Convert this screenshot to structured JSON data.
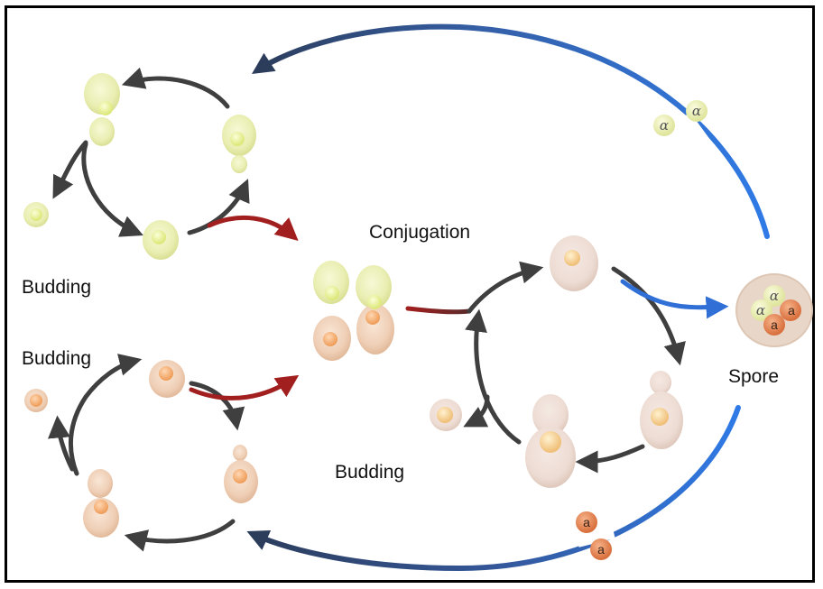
{
  "labels": {
    "conjugation": "Conjugation",
    "budding_top_left": "Budding",
    "budding_bottom_left": "Budding",
    "budding_center": "Budding",
    "spore": "Spore"
  },
  "glyphs": {
    "alpha": "α",
    "a": "a"
  },
  "colors": {
    "alpha_cell": "#eef2a8",
    "a_cell": "#f1b07a",
    "cycle_arrow": "#3f3f3f",
    "conjugation_arrow": "#a21f1f",
    "spore_arrow": "#2f6fd6",
    "spore_arrow_dark": "#2c3d5c"
  }
}
